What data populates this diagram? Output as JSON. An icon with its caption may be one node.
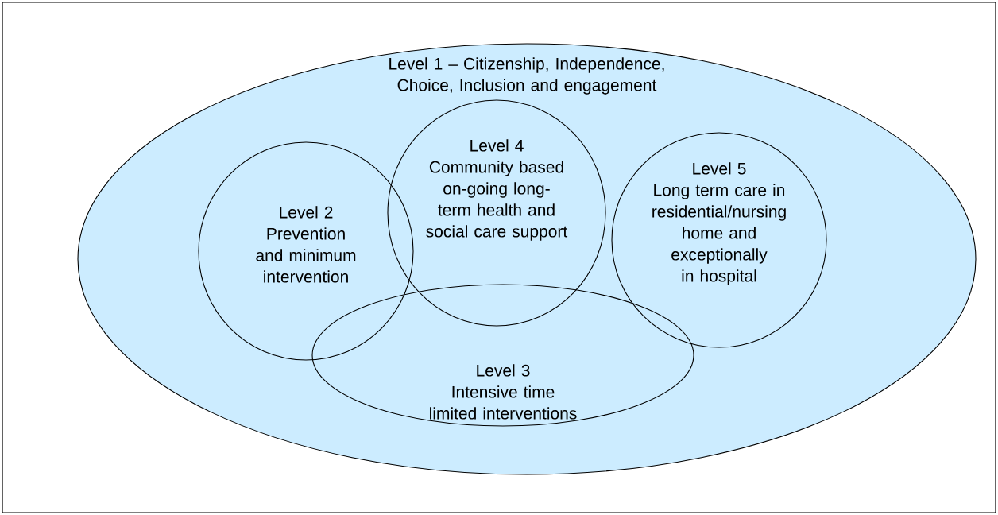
{
  "diagram": {
    "nodes": [
      {
        "text": [
          "Level 1 – Citizenship, Independence, Choice, Inclusion and engagement"
        ]
      },
      {
        "text": [
          "Level 2",
          "Prevention and minimum intervention"
        ],
        "in": 0
      },
      {
        "text": [
          "Level 4",
          "Community based on-going long-term health and social care support"
        ],
        "in": 0
      },
      {
        "text": [
          "Level 5",
          "Long term care in residential/nursing home and exceptionally in hospital"
        ],
        "in": 0
      },
      {
        "text": [
          "Level 3",
          "Intensive time limited interventions"
        ],
        "in": 0
      }
    ]
  }
}
